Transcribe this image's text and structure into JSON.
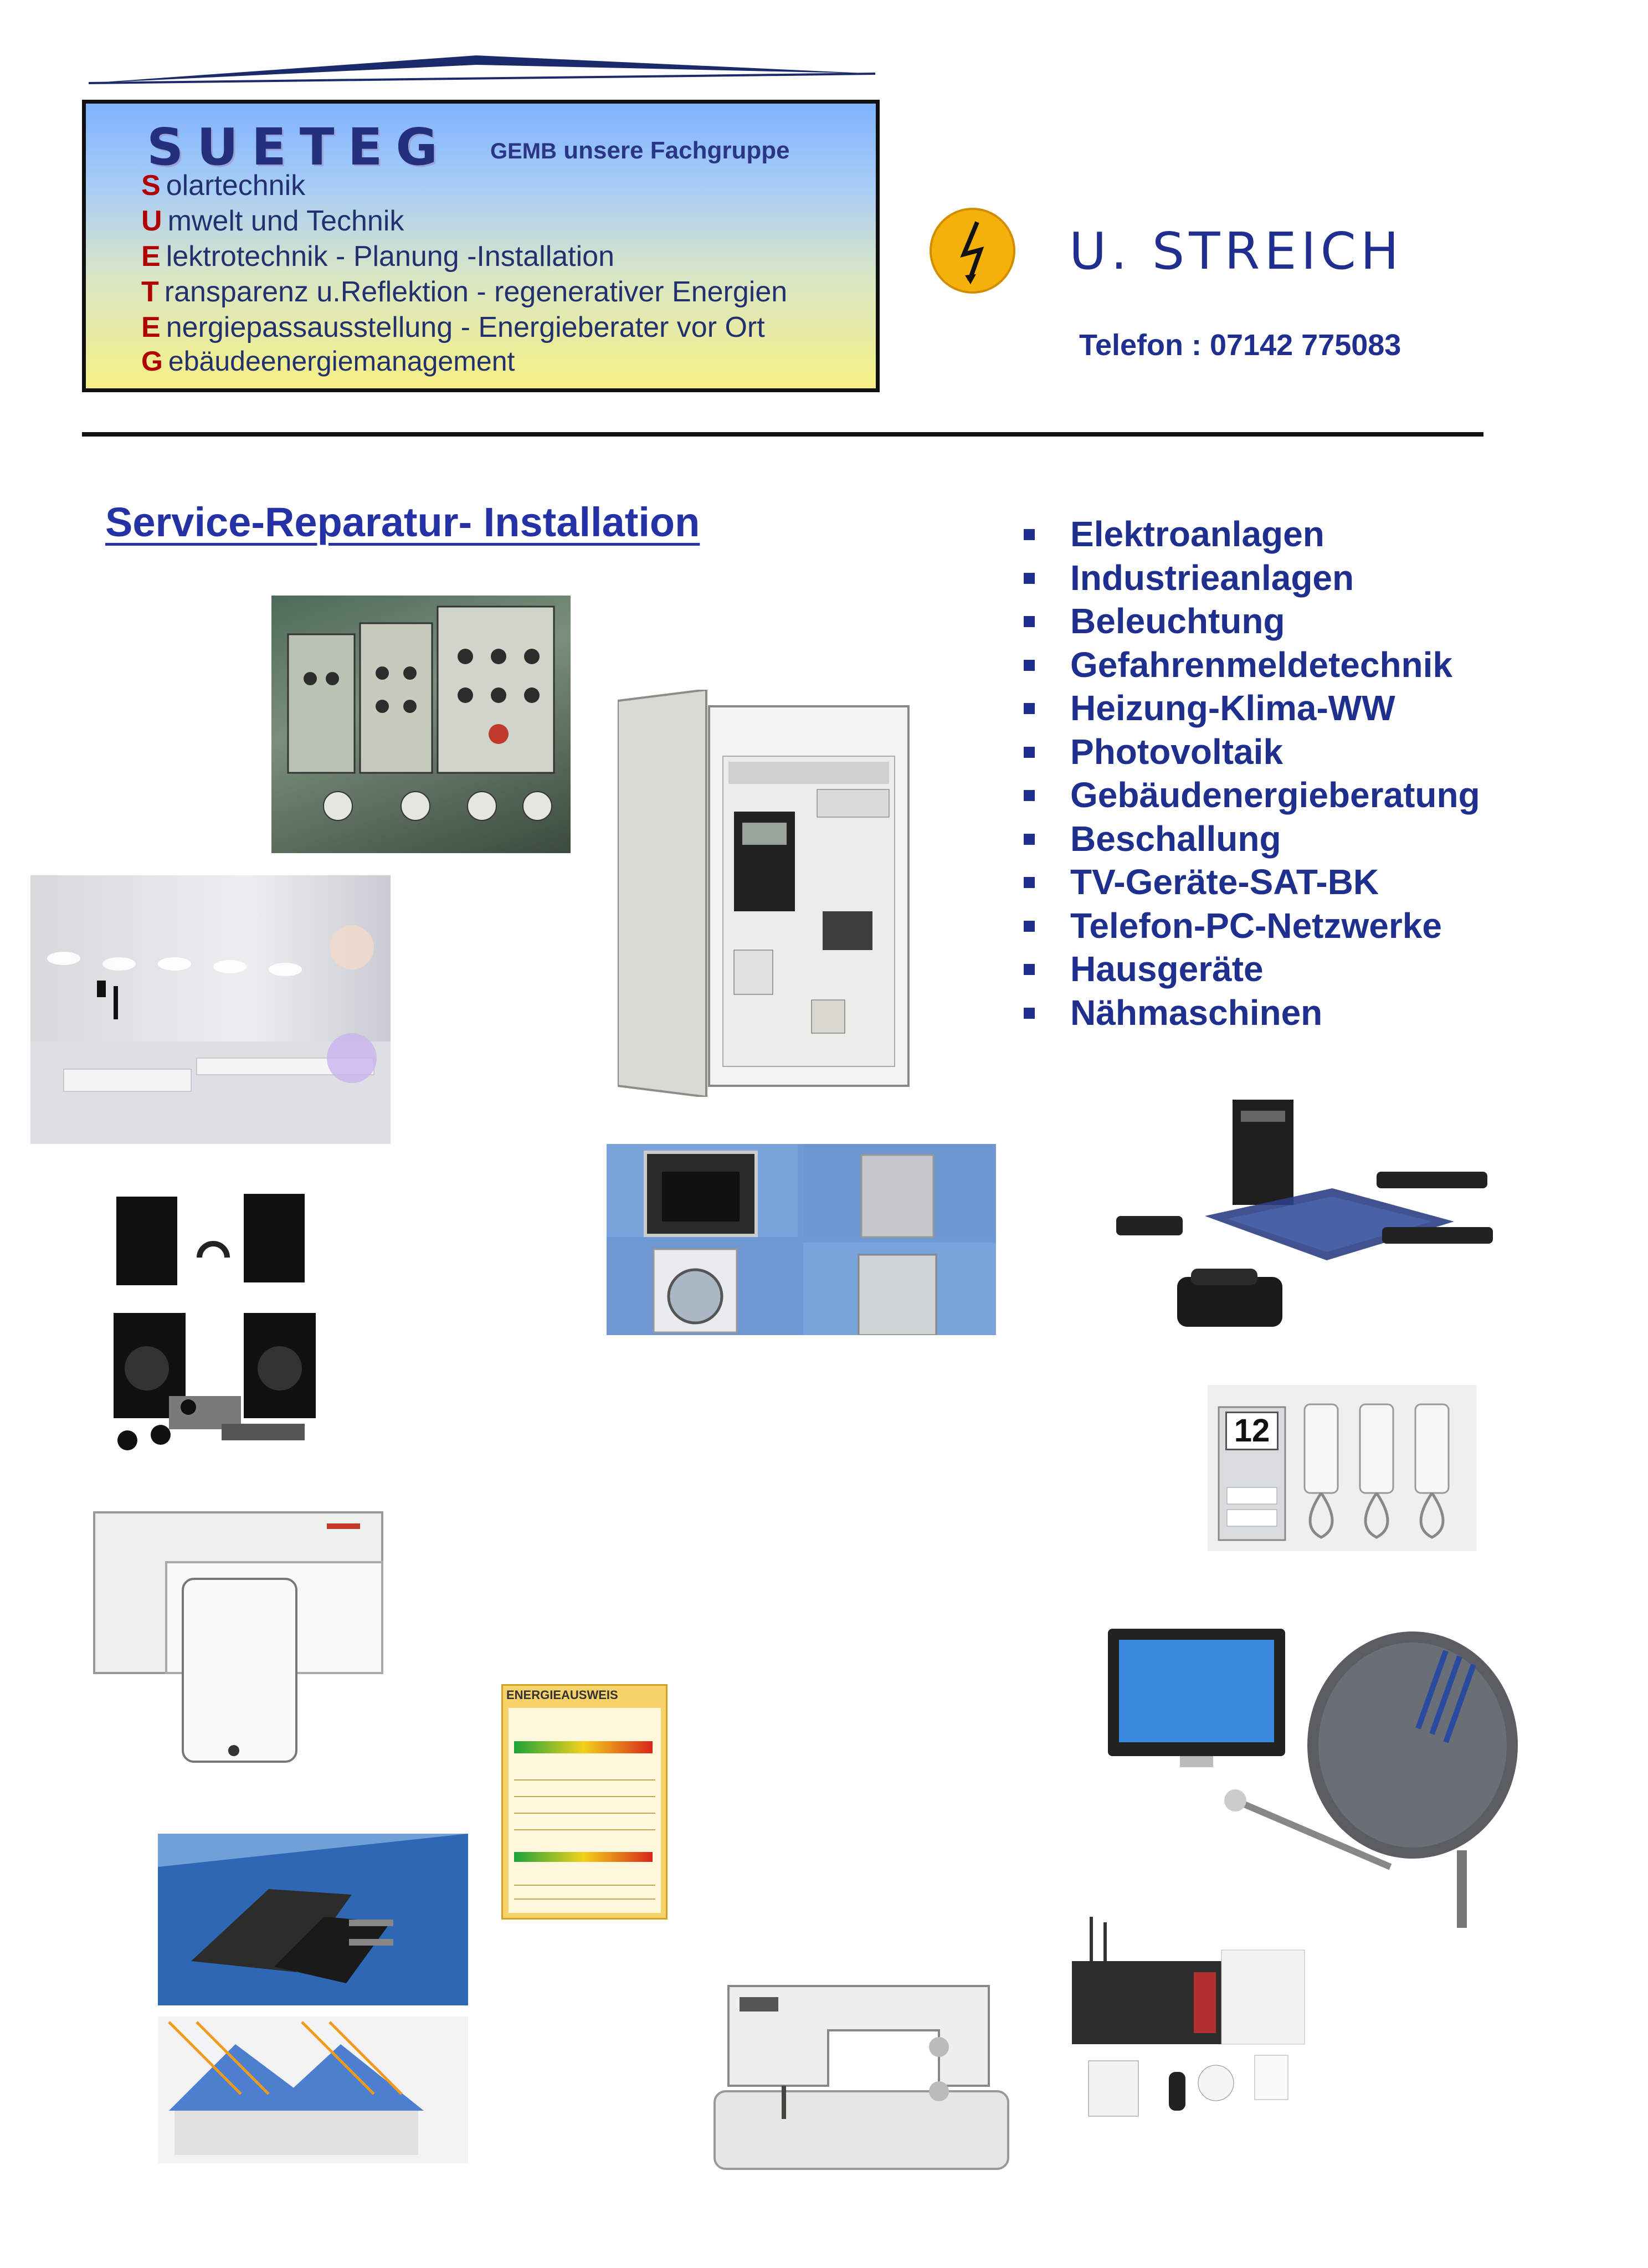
{
  "header": {
    "title": "SUETEG",
    "gemb_prefix": "GEMB",
    "gemb_suffix": "unsere Fachgruppe",
    "acronym_lines": [
      {
        "letter": "S",
        "text": "olartechnik"
      },
      {
        "letter": "U",
        "text": "mwelt und Technik"
      },
      {
        "letter": "E",
        "text": "lektrotechnik - Planung -Installation"
      },
      {
        "letter": "T",
        "text": "ransparenz u.Reflektion - regenerativer Energien"
      },
      {
        "letter": "E",
        "text": "nergiepassausstellung - Energieberater vor Ort"
      },
      {
        "letter": "G",
        "text": "ebäudeenergiemanagement"
      }
    ]
  },
  "company": {
    "name": "U.  STREICH",
    "phone": "Telefon : 07142 775083",
    "logo_icon": "lightning-bolt-icon"
  },
  "main": {
    "heading": "Service-Reparatur- Installation",
    "services": [
      "Elektroanlagen",
      "Industrieanlagen",
      "Beleuchtung",
      "Gefahrenmeldetechnik",
      "Heizung-Klima-WW",
      "Photovoltaik",
      "Gebäudenergieberatung",
      "Beschallung",
      "TV-Geräte-SAT-BK",
      "Telefon-PC-Netzwerke",
      "Hausgeräte",
      "Nähmaschinen"
    ]
  },
  "images": {
    "intercom_number": "12",
    "energy_card_title": "ENERGIEAUSWEIS"
  },
  "colors": {
    "brand_blue": "#1e2f8e",
    "acronym_red": "#b00000",
    "logo_orange": "#f4b10a"
  }
}
